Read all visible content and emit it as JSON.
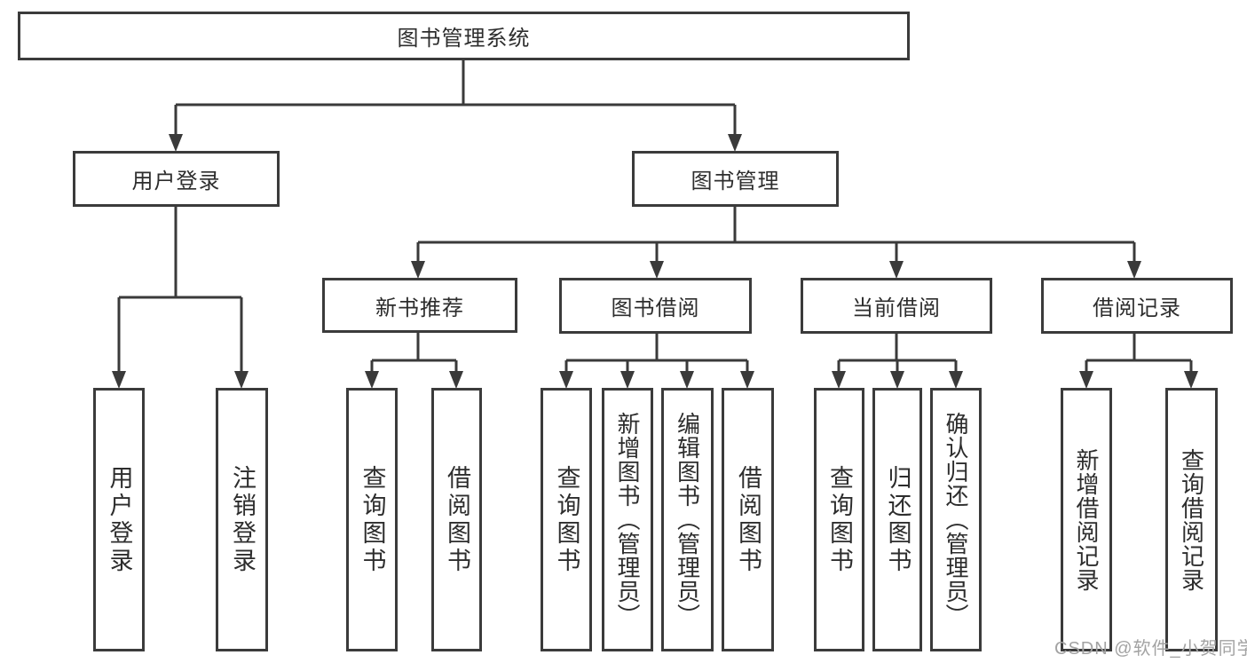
{
  "diagram": {
    "root": "图书管理系统",
    "level2": {
      "user_login": "用户登录",
      "book_mgmt": "图书管理"
    },
    "level3": {
      "new_books": "新书推荐",
      "book_borrow": "图书借阅",
      "current_borrow": "当前借阅",
      "borrow_records": "借阅记录"
    },
    "leaves": {
      "user_login_login": "用户登录",
      "user_login_logout": "注销登录",
      "new_books_query": "查询图书",
      "new_books_borrow": "借阅图书",
      "book_borrow_query": "查询图书",
      "book_borrow_add": "新增图书（管理员）",
      "book_borrow_edit": "编辑图书（管理员）",
      "book_borrow_borrow": "借阅图书",
      "current_borrow_query": "查询图书",
      "current_borrow_return": "归还图书",
      "current_borrow_confirm": "确认归还（管理员）",
      "borrow_records_add": "新增借阅记录",
      "borrow_records_query": "查询借阅记录"
    }
  },
  "watermark": {
    "text": "CSDN @软件_小贺同学"
  },
  "colors": {
    "line": "#3a3a3a",
    "box_border": "#3b3b3b",
    "text": "#2d2d2d",
    "watermark": "#a3a3a3",
    "background": "#ffffff"
  }
}
